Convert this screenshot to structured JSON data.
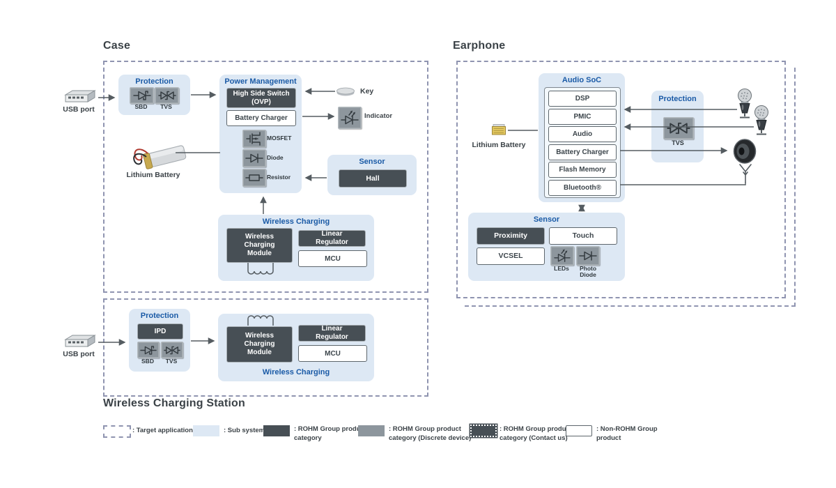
{
  "case": {
    "title": "Case",
    "usb_label": "USB port",
    "protection": {
      "title": "Protection",
      "sbd_label": "SBD",
      "tvs_label": "TVS"
    },
    "power_management": {
      "title": "Power Management",
      "high_side_switch": "High Side Switch (OVP)",
      "battery_charger": "Battery Charger",
      "mosfet_label": "MOSFET",
      "diode_label": "Diode",
      "resistor_label": "Resistor"
    },
    "key_label": "Key",
    "indicator_label": "Indicator",
    "lithium_battery_label": "Lithium Battery",
    "sensor": {
      "title": "Sensor",
      "hall": "Hall"
    },
    "wireless_charging": {
      "title": "Wireless Charging",
      "module": "Wireless Charging Module",
      "linear_regulator": "Linear Regulator",
      "mcu": "MCU"
    }
  },
  "earphone": {
    "title": "Earphone",
    "lithium_battery_label": "Lithium Battery",
    "audio_soc": {
      "title": "Audio SoC",
      "blocks": [
        "DSP",
        "PMIC",
        "Audio",
        "Battery Charger",
        "Flash Memory",
        "Bluetooth®"
      ]
    },
    "protection": {
      "title": "Protection",
      "tvs_label": "TVS"
    },
    "sensor": {
      "title": "Sensor",
      "proximity": "Proximity",
      "touch": "Touch",
      "vcsel": "VCSEL",
      "leds_label": "LEDs",
      "photo_diode_label": "Photo Diode"
    }
  },
  "charging_station": {
    "title": "Wireless Charging Station",
    "usb_label": "USB port",
    "protection": {
      "title": "Protection",
      "ipd": "IPD",
      "sbd_label": "SBD",
      "tvs_label": "TVS"
    },
    "wireless_charging": {
      "title": "Wireless Charging",
      "module": "Wireless Charging Module",
      "linear_regulator": "Linear Regulator",
      "mcu": "MCU"
    }
  },
  "legend": {
    "target_application": ": Target application",
    "sub_system": ": Sub system",
    "rohm_product": ": ROHM Group product category",
    "rohm_discrete": ": ROHM Group product category (Discrete device)",
    "rohm_contact": ": ROHM Group product category (Contact us)",
    "non_rohm": ": Non-ROHM Group product"
  },
  "colors": {
    "subsystem_fill": "#dde8f4",
    "rohm_dark": "#474f55",
    "discrete_gray": "#8d969d",
    "title_blue": "#1a5aa6",
    "dashed_border": "#8f94b0",
    "line": "#555c61"
  }
}
